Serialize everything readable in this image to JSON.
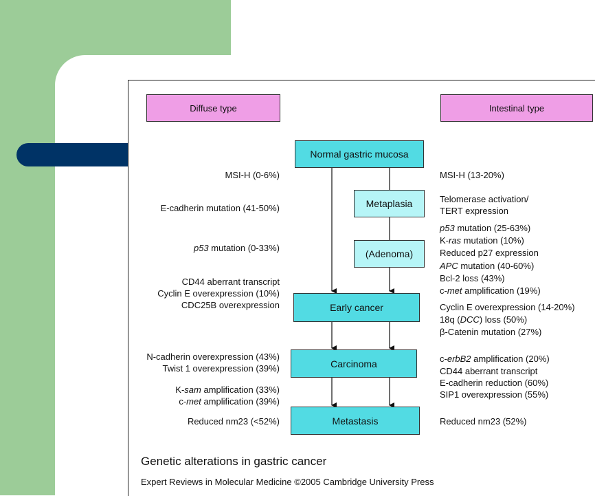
{
  "diagram": {
    "header_left": "Diffuse type",
    "header_right": "Intestinal type",
    "nodes": {
      "normal": "Normal gastric mucosa",
      "metaplasia": "Metaplasia",
      "adenoma": "(Adenoma)",
      "early": "Early cancer",
      "carcinoma": "Carcinoma",
      "metastasis": "Metastasis"
    },
    "left": {
      "l1": "MSI-H (0-6%)",
      "l2": "E-cadherin mutation (41-50%)",
      "l3_em": "p53",
      "l3_rest": " mutation (0-33%)",
      "l4": "CD44 aberrant transcript",
      "l5": "Cyclin E overexpression (10%)",
      "l6": "CDC25B overexpression",
      "l7": "N-cadherin overexpression (43%)",
      "l8": "Twist 1 overexpression (39%)",
      "l9_a": "K-",
      "l9_em": "sam",
      "l9_b": " amplification (33%)",
      "l10_a": "c-",
      "l10_em": "met",
      "l10_b": " amplification (39%)",
      "l11": "Reduced nm23 (<52%)"
    },
    "right": {
      "r1": "MSI-H (13-20%)",
      "r2": "Telomerase activation/",
      "r3": "TERT expression",
      "r4_em": "p53",
      "r4_rest": " mutation (25-63%)",
      "r5_a": "K-",
      "r5_em": "ras",
      "r5_b": " mutation (10%)",
      "r6": "Reduced p27 expression",
      "r7_em": "APC",
      "r7_rest": " mutation (40-60%)",
      "r8": "Bcl-2 loss (43%)",
      "r9_a": "c-",
      "r9_em": "met",
      "r9_b": " amplification (19%)",
      "r10": "Cyclin E overexpression (14-20%)",
      "r11_a": "18q (",
      "r11_em": "DCC",
      "r11_b": ") loss (50%)",
      "r12": "β-Catenin mutation (27%)",
      "r13_a": "c-",
      "r13_em": "erbB2",
      "r13_b": " amplification (20%)",
      "r14": "CD44 aberrant transcript",
      "r15": "E-cadherin reduction (60%)",
      "r16": "SIP1 overexpression (55%)",
      "r17": "Reduced nm23 (52%)"
    },
    "caption": "Genetic alterations in gastric cancer",
    "credit": "Expert Reviews in Molecular Medicine ©2005 Cambridge University Press"
  },
  "colors": {
    "slide_green": "#9ccc98",
    "navy": "#003366",
    "pink_box": "#ef9ee6",
    "cyan_box": "#52dbe3",
    "light_cyan_box": "#b6f5f7"
  }
}
